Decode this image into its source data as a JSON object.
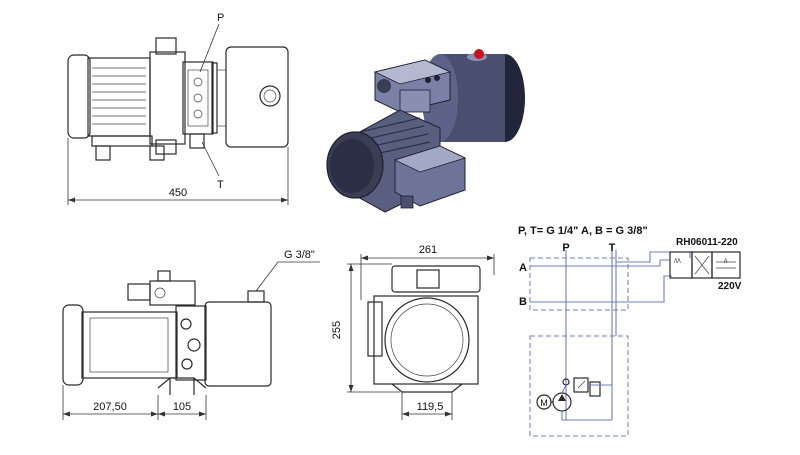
{
  "labels": {
    "port_p_top": "P",
    "port_t_top": "T",
    "overall_length": "450",
    "motor_length": "207,50",
    "pump_block": "105",
    "fill_port": "G 3/8\"",
    "width": "261",
    "height": "255",
    "base_width": "119,5"
  },
  "schematic": {
    "port_spec": "P, T= G 1/4\"  A, B = G 3/8\"",
    "col_p": "P",
    "col_t": "T",
    "row_a": "A",
    "row_b": "B",
    "valve_code": "RH06011-220",
    "voltage": "220V",
    "motor_symbol": "M"
  },
  "colors": {
    "line": "#2a2a2a",
    "schematic_blue": "#6f7fb8",
    "render_body": "#5a5f80",
    "render_dark": "#2b2e44",
    "cap_red": "#cc1122"
  }
}
